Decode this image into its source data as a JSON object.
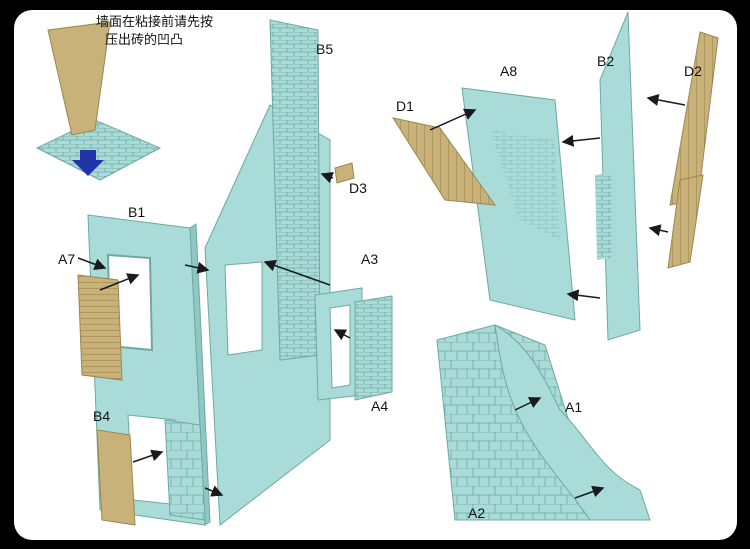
{
  "note": {
    "line1": "墙面在粘接前请先按",
    "line2": "压出砖的凹凸"
  },
  "labels": {
    "B1": "B1",
    "B5": "B5",
    "D3": "D3",
    "A3": "A3",
    "A7": "A7",
    "A4": "A4",
    "B4": "B4",
    "A8": "A8",
    "B2": "B2",
    "D2": "D2",
    "D1": "D1",
    "A1": "A1",
    "A2": "A2"
  },
  "colors": {
    "wall": "#a9dcd8",
    "wall_dark": "#8fc7c2",
    "wall_edge": "#6fa8a3",
    "wood": "#c9b27a",
    "wood_dark": "#9c864f",
    "arrow": "#1a1a1a",
    "press_arrow": "#2233aa"
  }
}
